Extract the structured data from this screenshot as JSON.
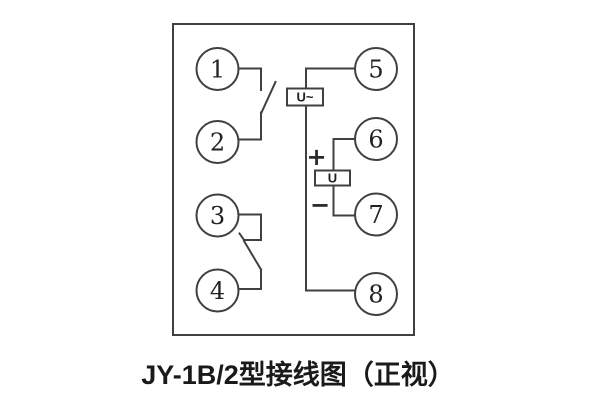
{
  "diagram": {
    "caption": "JY-1B/2型接线图（正视）",
    "terminals": [
      {
        "label": "1"
      },
      {
        "label": "2"
      },
      {
        "label": "3"
      },
      {
        "label": "4"
      },
      {
        "label": "5"
      },
      {
        "label": "6"
      },
      {
        "label": "7"
      },
      {
        "label": "8"
      }
    ],
    "components": {
      "ac_voltage_label": "U~",
      "dc_voltage_label": "U",
      "plus_sign": "+",
      "minus_sign": "−"
    },
    "colors": {
      "line": "#404040",
      "text": "#222222",
      "background": "#ffffff"
    }
  }
}
